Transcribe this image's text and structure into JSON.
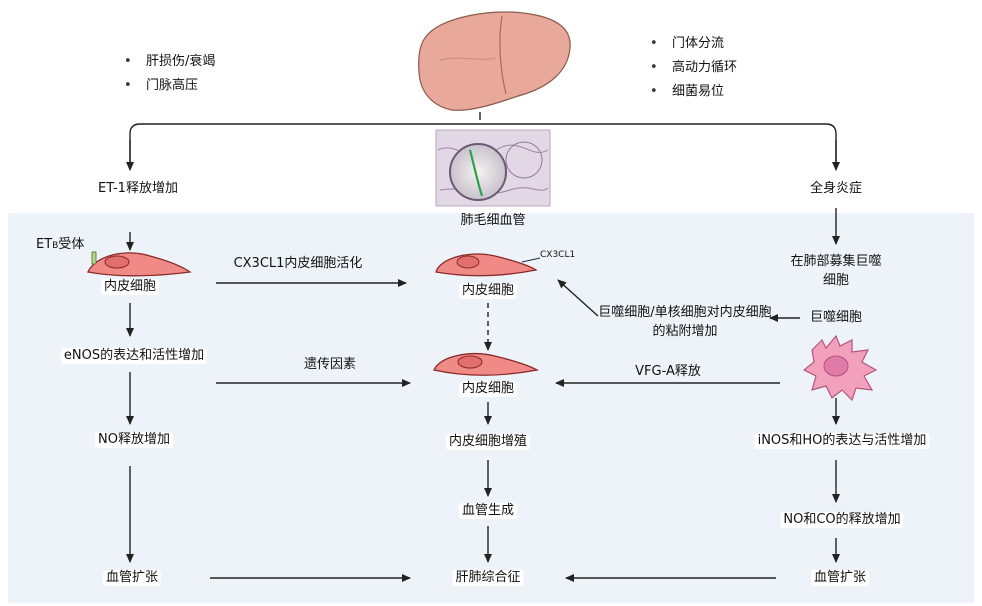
{
  "risk_factors_left": [
    "肝损伤/衰竭",
    "门脉高压"
  ],
  "risk_factors_right": [
    "门体分流",
    "高动力循环",
    "细菌易位"
  ],
  "images": {
    "liver": "liver-illustration",
    "capillary": "lung-capillary-micrograph",
    "macrophage": "macrophage-illustration",
    "endothelial_cell": "endothelial-cell-illustration"
  },
  "labels": {
    "capillary": "肺毛细血管",
    "et1_release": "ET-1释放增加",
    "systemic_inflammation": "全身炎症",
    "etb_receptor": "ETB受体",
    "endothelial_cell_left": "内皮细胞",
    "cx3cl1_activation": "CX3CL1内皮细胞活化",
    "cx3cl1_tag": "CX3CL1",
    "endothelial_cell_center_top": "内皮细胞",
    "lung_aggregation": "在肺部募集巨噬细胞",
    "macrophage_label": "巨噬细胞",
    "adhesion": "巨噬细胞/单核细胞对内皮细胞的粘附增加",
    "enos": "eNOS的表达和活性增加",
    "genetic": "遗传因素",
    "endothelial_cell_center": "内皮细胞",
    "vegf": "VFG-A释放",
    "no_release": "NO释放增加",
    "proliferation": "内皮细胞增殖",
    "inos": "iNOS和HO的表达与活性增加",
    "angiogenesis": "血管生成",
    "no_co": "NO和CO的释放增加",
    "vasodilation_left": "血管扩张",
    "hps": "肝肺综合征",
    "vasodilation_right": "血管扩张"
  },
  "colors": {
    "panel": "#eef3f9",
    "cell_fill": "#f08a86",
    "cell_outline": "#8a2a2a",
    "liver": "#e9a99a",
    "macrophage": "#f2a0bc",
    "arrow": "#222222"
  }
}
